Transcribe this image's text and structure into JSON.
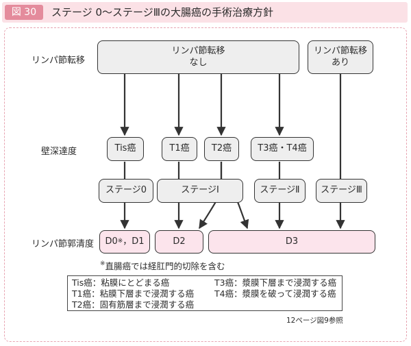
{
  "header": {
    "badge": "図 30",
    "title": "ステージ 0〜ステージⅢの大腸癌の手術治療方針"
  },
  "row_labels": {
    "lymph_metastasis": "リンパ節転移",
    "wall_depth": "壁深達度",
    "lymph_dissection": "リンパ節郭清度"
  },
  "nodes": {
    "lymph_none_line1": "リンパ節転移",
    "lymph_none_line2": "なし",
    "lymph_yes_line1": "リンパ節転移",
    "lymph_yes_line2": "あり",
    "tis": "Tis癌",
    "t1": "T1癌",
    "t2": "T2癌",
    "t3t4": "T3癌・T4癌",
    "stage0": "ステージ0",
    "stage1": "ステージⅠ",
    "stage2": "ステージⅡ",
    "stage3": "ステージⅢ",
    "d0": "D0",
    "d0_mark": "※",
    "d0_rest": "，D1",
    "d2": "D2",
    "d3": "D3"
  },
  "footnote": {
    "mark": "※",
    "text": "直腸癌では経肛門的切除を含む"
  },
  "legend": {
    "tis": "Tis癌：粘膜にとどまる癌",
    "t1": "T1癌：粘膜下層まで浸潤する癌",
    "t2": "T2癌：固有筋層まで浸潤する癌",
    "t3": "T3癌：漿膜下層まで浸潤する癌",
    "t4": "T4癌：漿膜を破って浸潤する癌"
  },
  "reference": "12ページ図9参照",
  "colors": {
    "badge": "#e48b9c",
    "title_bar": "#fbe1e6",
    "pink_box": "#fce4ec",
    "gray_box": "#eeeeee",
    "stroke": "#333333"
  }
}
